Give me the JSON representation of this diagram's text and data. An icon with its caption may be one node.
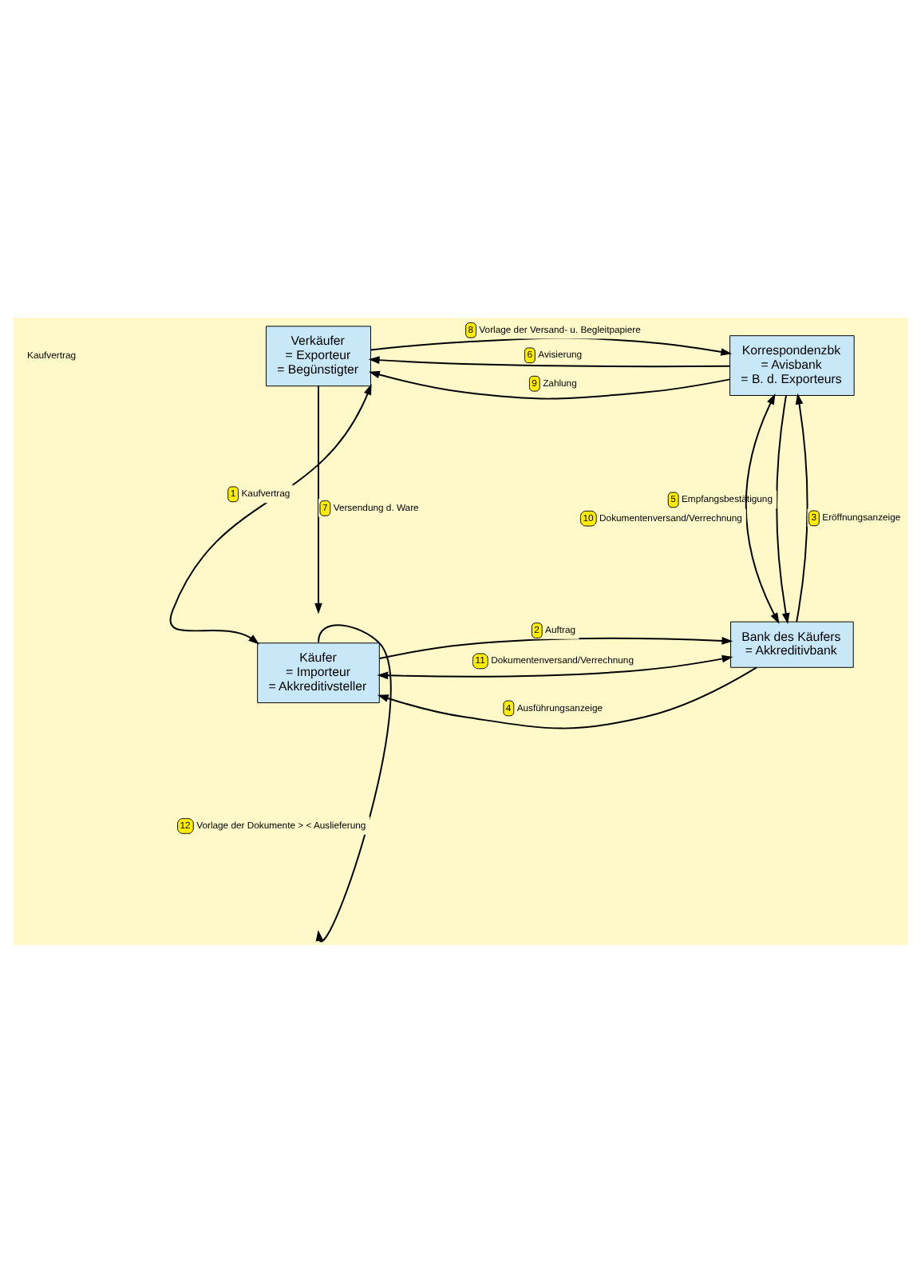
{
  "diagram": {
    "nodes": [
      {
        "text": [
          "Verkäufer",
          "= Exporteur",
          "= Begünstigter"
        ]
      },
      {
        "text": [
          "Korrespondenzbk",
          "= Avisbank",
          "= B. d. Exporteurs"
        ]
      },
      {
        "text": [
          "Käufer",
          "= Importeur",
          "= Akkreditivsteller"
        ]
      },
      {
        "text": [
          "Bank des Käufers",
          "= Akkreditivbank"
        ]
      }
    ],
    "edges": [
      {
        "from": 0,
        "to": 2,
        "arrow": "both",
        "label": "1 Kaufvertrag"
      },
      {
        "from": 2,
        "to": 3,
        "arrow": "to",
        "label": "2 Auftrag"
      },
      {
        "from": 3,
        "to": 1,
        "arrow": "to",
        "label": "3 Eröffnungsanzeige"
      },
      {
        "from": 3,
        "to": 2,
        "arrow": "to",
        "label": "4 Ausführungsanzeige"
      },
      {
        "from": 1,
        "to": 3,
        "arrow": "to",
        "label": "5 Empfangsbestätigung"
      },
      {
        "from": 1,
        "to": 0,
        "arrow": "to",
        "label": "6 Avisierung"
      },
      {
        "from": 0,
        "to": null,
        "arrow": "to",
        "label": "7 Versendung d. Ware"
      },
      {
        "from": 0,
        "to": 1,
        "arrow": "to",
        "label": "8 Vorlage der Versand- u. Begleitpapiere"
      },
      {
        "from": 1,
        "to": 0,
        "arrow": "to",
        "label": "9 Zahlung"
      },
      {
        "from": 3,
        "to": 1,
        "arrow": "both",
        "label": "10 Dokumentenversand/Verrechnung"
      },
      {
        "from": 2,
        "to": 3,
        "arrow": "both",
        "label": "11 Dokumentenversand/Verrechnung"
      },
      {
        "from": 2,
        "to": null,
        "arrow": "to",
        "label": "12 Vorlage der Dokumente > < Auslieferung"
      }
    ],
    "labels": [
      "Kaufvertrag"
    ]
  }
}
